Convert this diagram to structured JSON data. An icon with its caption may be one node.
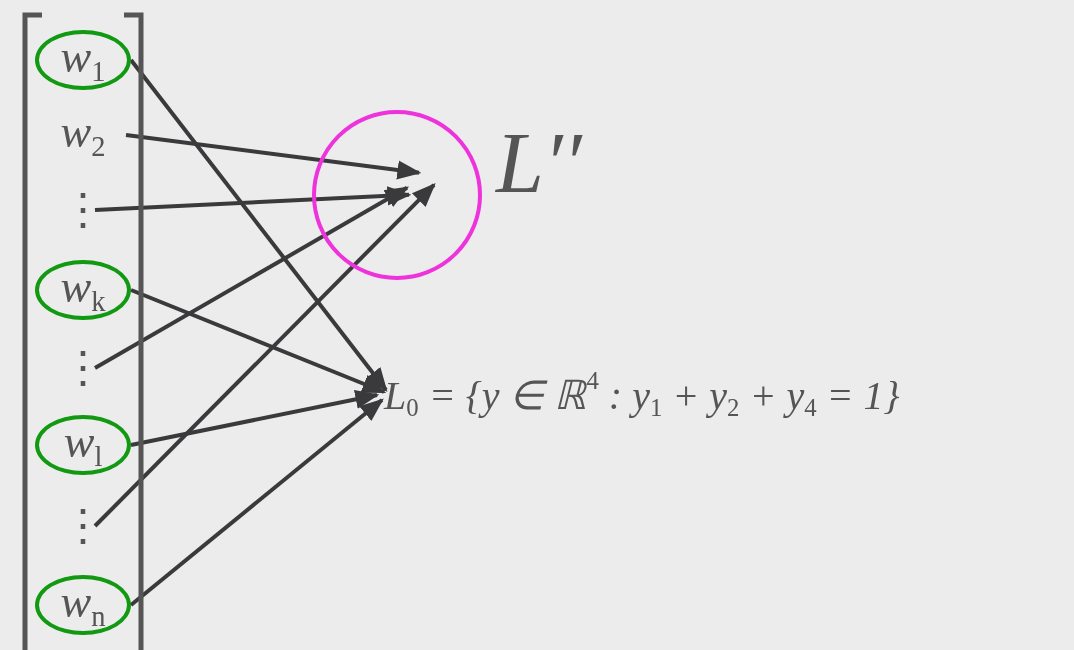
{
  "diagram": {
    "nodes": [
      {
        "text": [],
        "shape": "bracket"
      },
      {
        "text": [
          "w$_{1}$"
        ],
        "in": 0
      },
      {
        "text": [
          "w$_{2}$"
        ],
        "in": 0
      },
      {
        "text": [
          "⋮"
        ],
        "in": 0
      },
      {
        "text": [
          "w$_{k}$"
        ],
        "in": 0
      },
      {
        "text": [
          "⋮"
        ],
        "in": 0
      },
      {
        "text": [
          "w$_{l}$"
        ],
        "in": 0
      },
      {
        "text": [
          "⋮"
        ],
        "in": 0
      },
      {
        "text": [
          "w$_{n}$"
        ],
        "in": 0
      },
      {
        "text": [],
        "shape": "circle",
        "beside": [
          "L′′"
        ]
      },
      {
        "text": [
          "L$_{0}$ = {y ∈ ℝ$^{4}$ : y$_{1}$ + y$_{2}$ + y$_{4}$ = 1}"
        ]
      }
    ],
    "edges": [
      {
        "from": 1,
        "to": 10,
        "arrow": "to"
      },
      {
        "from": 2,
        "to": 9,
        "arrow": "to"
      },
      {
        "from": 3,
        "to": 9,
        "arrow": "to"
      },
      {
        "from": 4,
        "to": 10,
        "arrow": "to"
      },
      {
        "from": 5,
        "to": 9,
        "arrow": "to"
      },
      {
        "from": 6,
        "to": 10,
        "arrow": "to"
      },
      {
        "from": 7,
        "to": 9,
        "arrow": "to"
      },
      {
        "from": 8,
        "to": 10,
        "arrow": "to"
      }
    ]
  }
}
